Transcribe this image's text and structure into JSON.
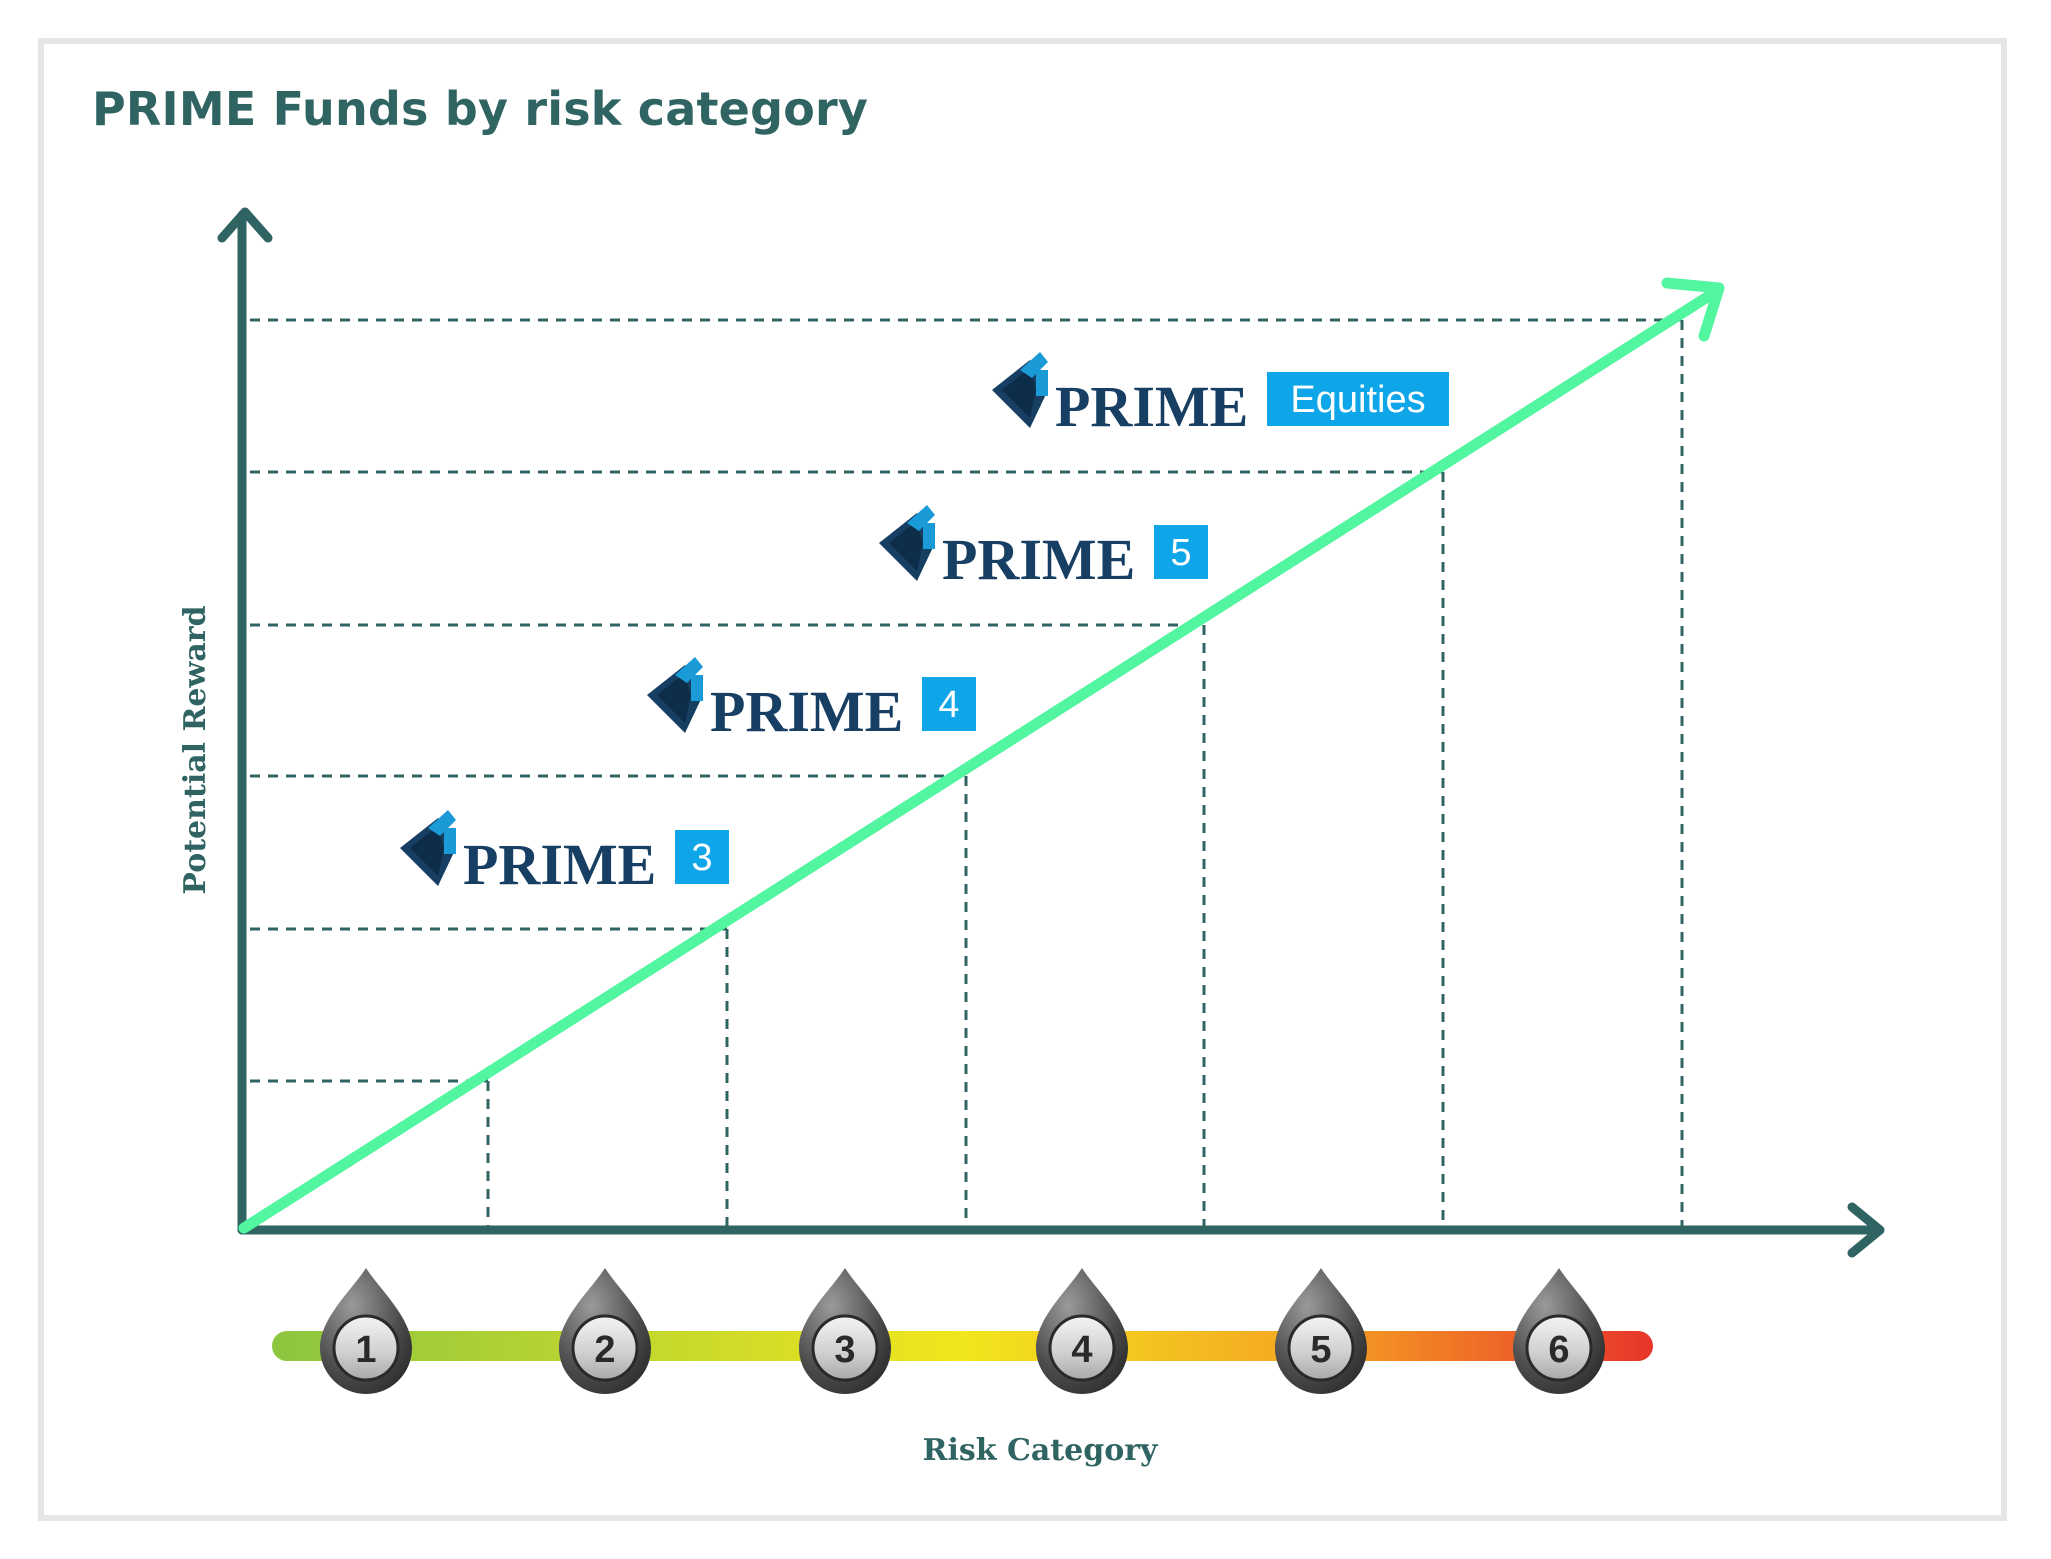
{
  "title": "PRIME Funds by risk category",
  "axes": {
    "x_label": "Risk Category",
    "y_label": "Potential Reward"
  },
  "risk_scale": {
    "categories": [
      "1",
      "2",
      "3",
      "4",
      "5",
      "6"
    ],
    "gradient_colors": [
      "#8cc63f",
      "#f2e61d",
      "#f5a623",
      "#e8352a"
    ]
  },
  "funds": [
    {
      "brand": "PRIME",
      "tag": "3"
    },
    {
      "brand": "PRIME",
      "tag": "4"
    },
    {
      "brand": "PRIME",
      "tag": "5"
    },
    {
      "brand": "PRIME",
      "tag": "Equities"
    }
  ],
  "colors": {
    "axis": "#2f6462",
    "trend_arrow": "#52f5a0",
    "tag_background": "#0ea5e9",
    "logo_dark": "#163f63",
    "logo_light": "#1a9bd7",
    "guide_lines": "#2f6462"
  }
}
